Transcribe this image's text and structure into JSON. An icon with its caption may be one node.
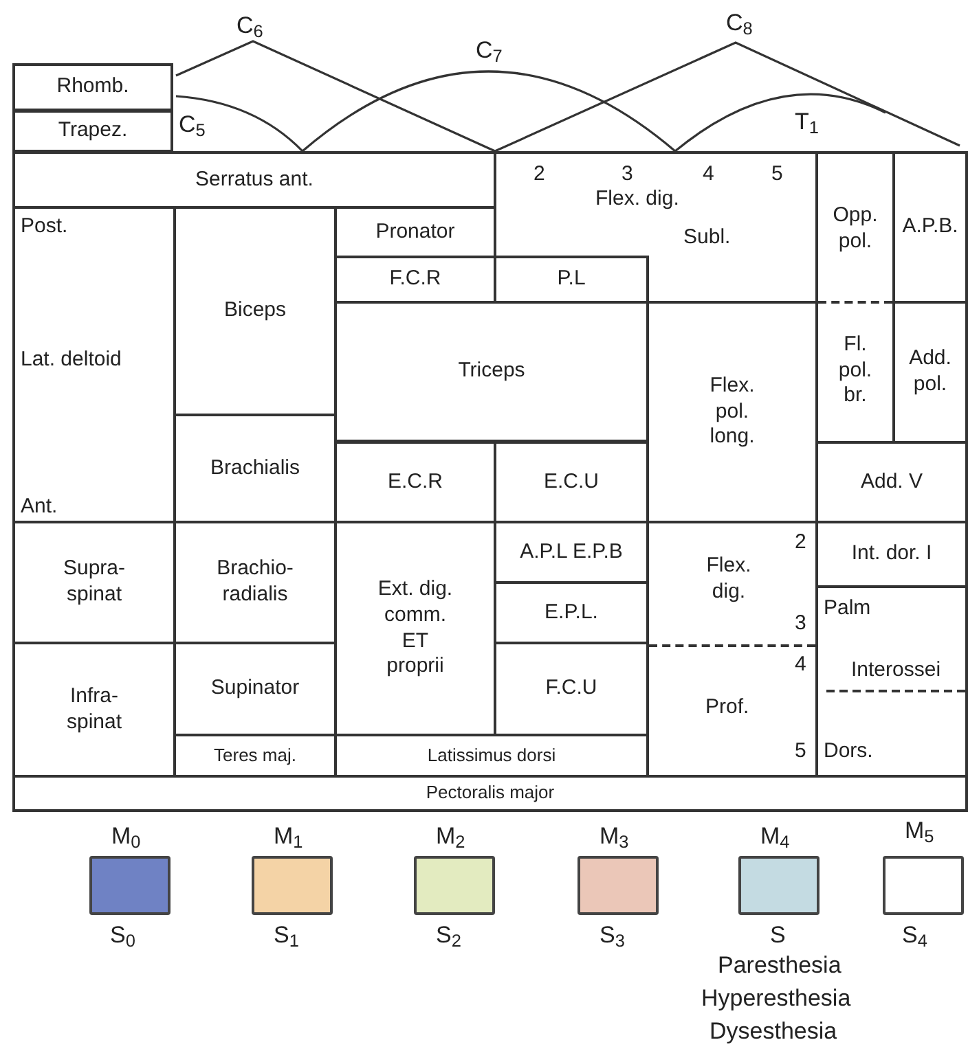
{
  "diagram": {
    "nodes": [
      {
        "text": [
          "Rhomb."
        ]
      },
      {
        "text": [
          "Trapez."
        ]
      },
      {
        "text": [
          "Serratus ant."
        ]
      },
      {
        "text": [
          "2",
          "3",
          "4",
          "5",
          "Flex. dig.",
          "Subl."
        ]
      },
      {
        "text": [
          "Opp. pol."
        ]
      },
      {
        "text": [
          "A.P.B."
        ]
      },
      {
        "text": [
          "Post.",
          "Lat. deltoid",
          "Ant."
        ]
      },
      {
        "text": [
          "Biceps"
        ]
      },
      {
        "text": [
          "Pronator"
        ]
      },
      {
        "text": [
          "F.C.R"
        ]
      },
      {
        "text": [
          "P.L"
        ],
        "in": 3
      },
      {
        "text": [
          "Triceps"
        ]
      },
      {
        "text": [
          "Fl. pol. br."
        ]
      },
      {
        "text": [
          "Add. pol."
        ]
      },
      {
        "text": [
          "Flex. pol. long."
        ]
      },
      {
        "text": [
          "Brachialis"
        ]
      },
      {
        "text": [
          "E.C.R"
        ]
      },
      {
        "text": [
          "E.C.U"
        ]
      },
      {
        "text": [
          "Add. V"
        ]
      },
      {
        "text": [
          "Supra- spinat"
        ]
      },
      {
        "text": [
          "Brachio- radialis"
        ]
      },
      {
        "text": [
          "Ext. dig. comm. ET proprii"
        ]
      },
      {
        "text": [
          "A.P.L E.P.B"
        ]
      },
      {
        "text": [
          "2",
          "Flex. dig.",
          "3",
          "4",
          "Prof.",
          "5"
        ]
      },
      {
        "text": [
          "Int. dor. I"
        ]
      },
      {
        "text": [
          "E.P.L."
        ]
      },
      {
        "text": [
          "Palm",
          "Interossei",
          "Dors."
        ]
      },
      {
        "text": [
          "Infra- spinat"
        ]
      },
      {
        "text": [
          "Supinator"
        ]
      },
      {
        "text": [
          "F.C.U"
        ]
      },
      {
        "text": [
          "Teres maj."
        ]
      },
      {
        "text": [
          "Latissimus dorsi"
        ]
      },
      {
        "text": [
          "Pectoralis major"
        ]
      }
    ],
    "labels": [
      "C$_{6}$",
      "C$_{8}$",
      "C$_{7}$",
      "C$_{5}$",
      "T$_{1}$",
      "S$_{0}$",
      "S$_{1}$",
      "S$_{2}$",
      "S$_{3}$",
      "S",
      "Paresthesia",
      "Hyperesthesia",
      "Dysesthesia",
      "S$_{4}$"
    ],
    "legend": [
      {
        "text": "M$_{0}$",
        "color": "#6f82c4"
      },
      {
        "text": "M$_{1}$",
        "color": "#f4d3a6"
      },
      {
        "text": "M$_{2}$",
        "color": "#e3ebc0"
      },
      {
        "text": "M$_{3}$",
        "color": "#ebc7b8"
      },
      {
        "text": "M$_{4}$",
        "color": "#c4dbe2"
      },
      {
        "text": "M$_{5}$",
        "color": "#ffffff"
      }
    ]
  }
}
